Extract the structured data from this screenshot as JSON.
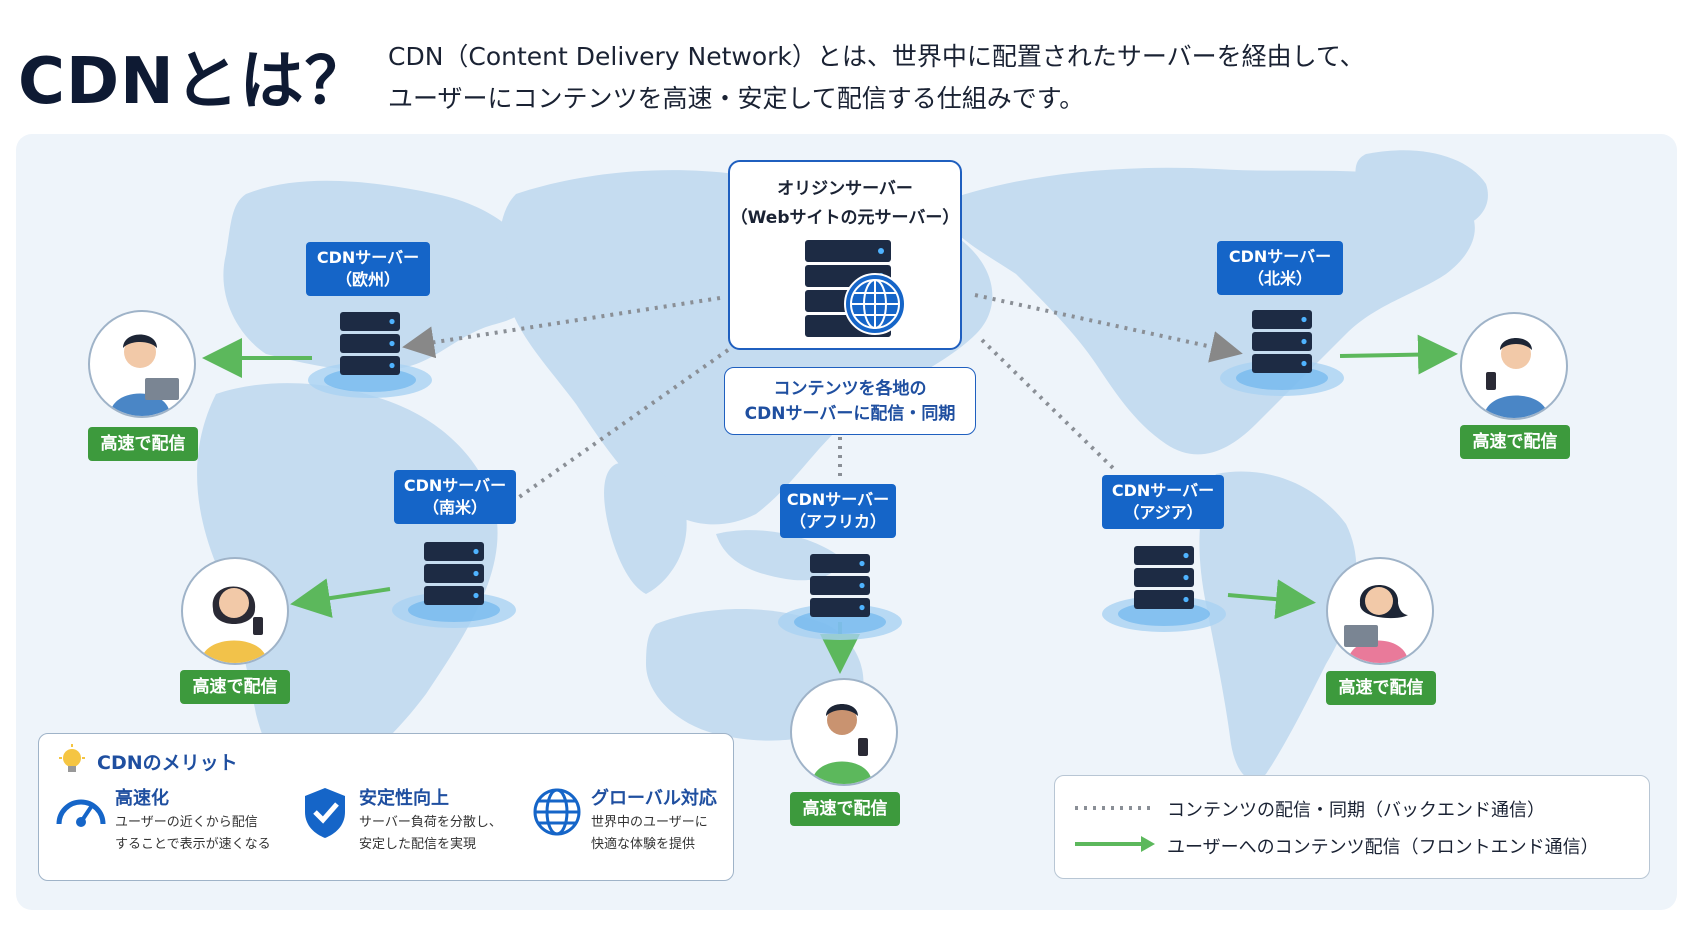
{
  "header": {
    "title": "CDNとは？",
    "desc_line1": "CDN（Content Delivery Network）とは、世界中に配置されたサーバーを経由して、",
    "desc_line2": "ユーザーにコンテンツを高速・安定して配信する仕組みです。"
  },
  "origin": {
    "line1": "オリジンサーバー",
    "line2": "（Webサイトの元サーバー）"
  },
  "sync": {
    "line1": "コンテンツを各地の",
    "line2": "CDNサーバーに配信・同期"
  },
  "cdn_servers": [
    {
      "line1": "CDNサーバー",
      "line2": "（欧州）"
    },
    {
      "line1": "CDNサーバー",
      "line2": "（南米）"
    },
    {
      "line1": "CDNサーバー",
      "line2": "（アフリカ）"
    },
    {
      "line1": "CDNサーバー",
      "line2": "（アジア）"
    },
    {
      "line1": "CDNサーバー",
      "line2": "（北米）"
    }
  ],
  "badge": "高速で配信",
  "merits": {
    "title": "CDNのメリット",
    "items": [
      {
        "title": "高速化",
        "desc1": "ユーザーの近くから配信",
        "desc2": "することで表示が速くなる",
        "icon": "speedometer-icon"
      },
      {
        "title": "安定性向上",
        "desc1": "サーバー負荷を分散し、",
        "desc2": "安定した配信を実現",
        "icon": "shield-check-icon"
      },
      {
        "title": "グローバル対応",
        "desc1": "世界中のユーザーに",
        "desc2": "快適な体験を提供",
        "icon": "globe-icon"
      }
    ]
  },
  "legend": {
    "backend": "コンテンツの配信・同期（バックエンド通信）",
    "frontend": "ユーザーへのコンテンツ配信（フロントエンド通信）"
  },
  "colors": {
    "blue": "#1565c8",
    "green": "#3d9a3d",
    "map": "#c5dcf0",
    "bg": "#eef4fa"
  }
}
